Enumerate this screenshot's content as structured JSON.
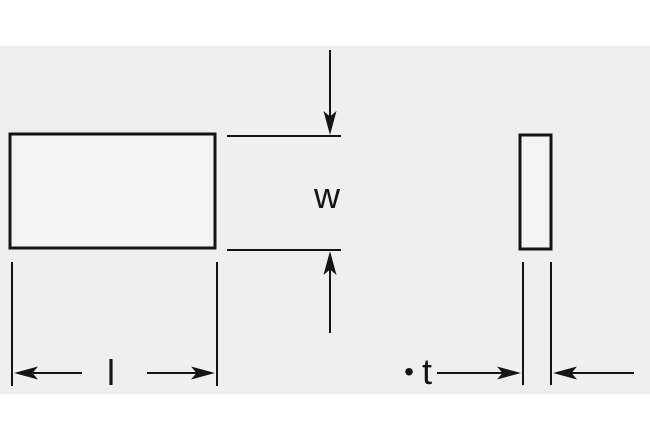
{
  "diagram": {
    "description": "Engineering dimension diagram of a rectangular plate: front view with length and width, side view with thickness",
    "labels": {
      "width": "w",
      "length": "l",
      "thickness": "t",
      "thickness_bullet": "•"
    }
  },
  "colors": {
    "page_background": "#ffffff",
    "canvas_background": "#efefef",
    "line": "#141414",
    "shape_fill": "#f3f3f3",
    "text": "#141414"
  }
}
